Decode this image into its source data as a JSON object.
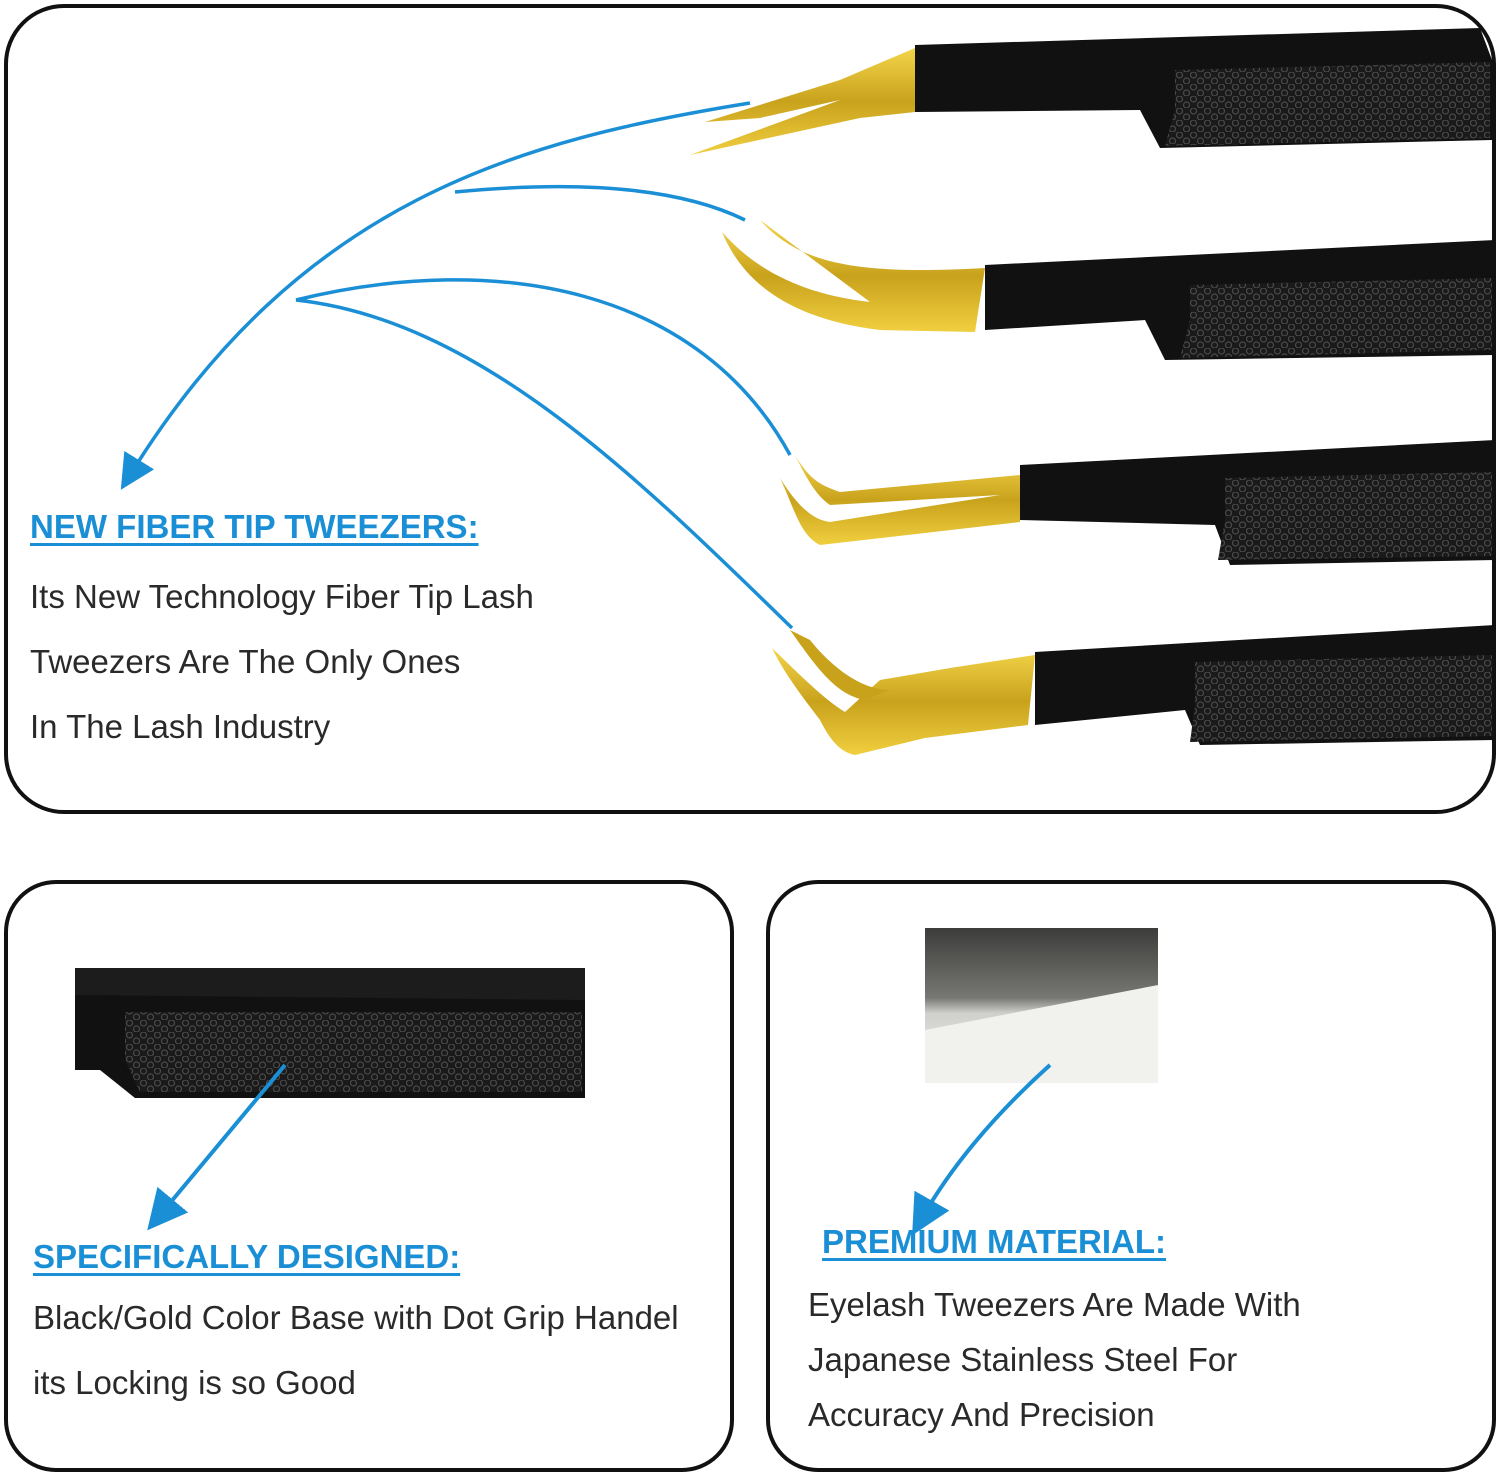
{
  "fiber_tip": {
    "heading": "NEW FIBER TIP TWEEZERS:",
    "lines": [
      "Its New Technology Fiber Tip Lash",
      "Tweezers Are The Only Ones",
      "In The Lash Industry"
    ]
  },
  "specific_design": {
    "heading": "SPECIFICALLY DESIGNED:",
    "lines": [
      "Black/Gold Color Base with Dot Grip Handel",
      "its Locking is so Good"
    ]
  },
  "premium_material": {
    "heading": "PREMIUM MATERIAL:",
    "lines": [
      "Eyelash Tweezers Are Made With",
      "Japanese Stainless Steel For",
      "Accuracy And Precision"
    ]
  },
  "colors": {
    "accent": "#1b8fd6",
    "handle": "#111111",
    "gold": "#d4b020",
    "steel": "#5a5a58"
  },
  "icons": [
    "tweezer-illustration",
    "grip-handle-illustration",
    "steel-sample-illustration",
    "arrow-icon"
  ]
}
